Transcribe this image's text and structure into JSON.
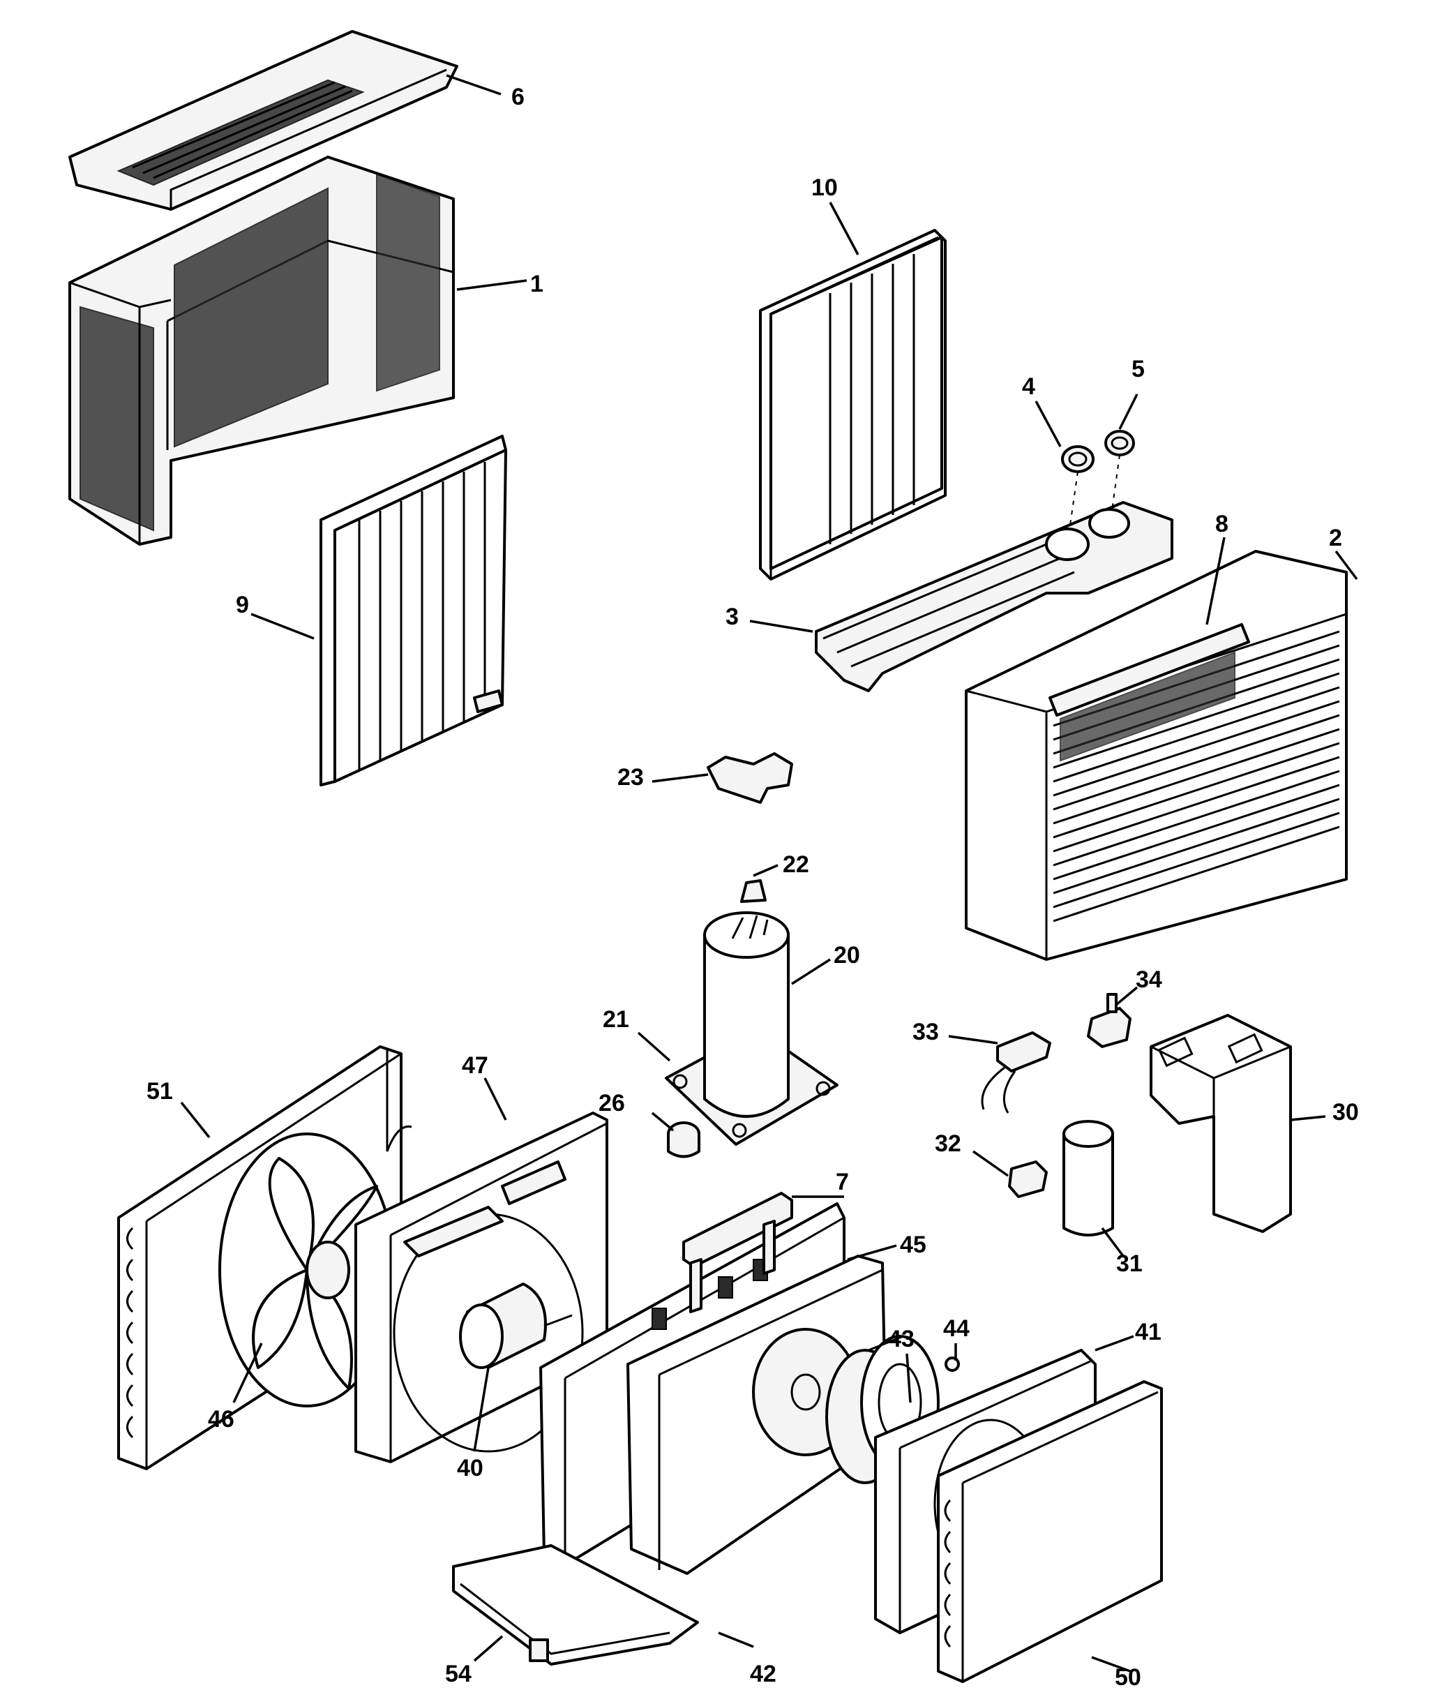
{
  "diagram": {
    "callouts": [
      {
        "key": "c1",
        "label": "1"
      },
      {
        "key": "c2",
        "label": "2"
      },
      {
        "key": "c3",
        "label": "3"
      },
      {
        "key": "c4",
        "label": "4"
      },
      {
        "key": "c5",
        "label": "5"
      },
      {
        "key": "c6",
        "label": "6"
      },
      {
        "key": "c7",
        "label": "7"
      },
      {
        "key": "c8",
        "label": "8"
      },
      {
        "key": "c9",
        "label": "9"
      },
      {
        "key": "c10",
        "label": "10"
      },
      {
        "key": "c20",
        "label": "20"
      },
      {
        "key": "c21",
        "label": "21"
      },
      {
        "key": "c22",
        "label": "22"
      },
      {
        "key": "c23",
        "label": "23"
      },
      {
        "key": "c26",
        "label": "26"
      },
      {
        "key": "c30",
        "label": "30"
      },
      {
        "key": "c31",
        "label": "31"
      },
      {
        "key": "c32",
        "label": "32"
      },
      {
        "key": "c33",
        "label": "33"
      },
      {
        "key": "c34",
        "label": "34"
      },
      {
        "key": "c40",
        "label": "40"
      },
      {
        "key": "c41",
        "label": "41"
      },
      {
        "key": "c42",
        "label": "42"
      },
      {
        "key": "c43",
        "label": "43"
      },
      {
        "key": "c44",
        "label": "44"
      },
      {
        "key": "c45",
        "label": "45"
      },
      {
        "key": "c46",
        "label": "46"
      },
      {
        "key": "c47",
        "label": "47"
      },
      {
        "key": "c50",
        "label": "50"
      },
      {
        "key": "c51",
        "label": "51"
      },
      {
        "key": "c54",
        "label": "54"
      }
    ]
  }
}
